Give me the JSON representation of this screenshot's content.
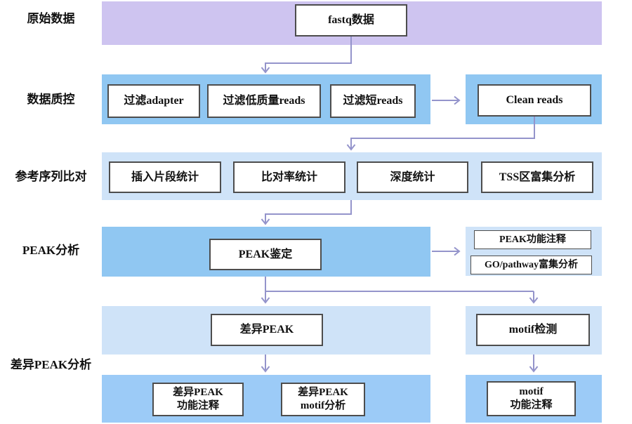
{
  "colors": {
    "lavender": "#CEC4F0",
    "blueMedium": "#90C7F2",
    "blueLight": "#CFE3F8",
    "blueDeep": "#9CCBF7",
    "arrow": "#9494CB",
    "border": "#4D4D4D",
    "text": "#111111"
  },
  "stages": [
    {
      "label": "原始数据"
    },
    {
      "label": "数据质控"
    },
    {
      "label": "参考序列比对"
    },
    {
      "label": "PEAK分析"
    },
    {
      "label": "差异PEAK分析"
    }
  ],
  "nodes": {
    "fastq": {
      "label": "fastq数据"
    },
    "filter_adapter": {
      "label": "过滤adapter"
    },
    "filter_low_quality": {
      "label": "过滤低质量reads"
    },
    "filter_short": {
      "label": "过滤短reads"
    },
    "clean_reads": {
      "label": "Clean reads"
    },
    "insert_stats": {
      "label": "插入片段统计"
    },
    "mapping_stats": {
      "label": "比对率统计"
    },
    "depth_stats": {
      "label": "深度统计"
    },
    "tss_enrich": {
      "label": "TSS区富集分析"
    },
    "peak_calling": {
      "label": "PEAK鉴定"
    },
    "peak_annotation": {
      "label": "PEAK功能注释"
    },
    "go_pathway": {
      "label": "GO/pathway富集分析"
    },
    "diff_peak": {
      "label": "差异PEAK"
    },
    "motif_detect": {
      "label": "motif检测"
    },
    "diff_peak_annotation": {
      "line1": "差异PEAK",
      "line2": "功能注释"
    },
    "diff_peak_motif": {
      "line1": "差异PEAK",
      "line2": "motif分析"
    },
    "motif_annotation": {
      "line1": "motif",
      "line2": "功能注释"
    }
  }
}
